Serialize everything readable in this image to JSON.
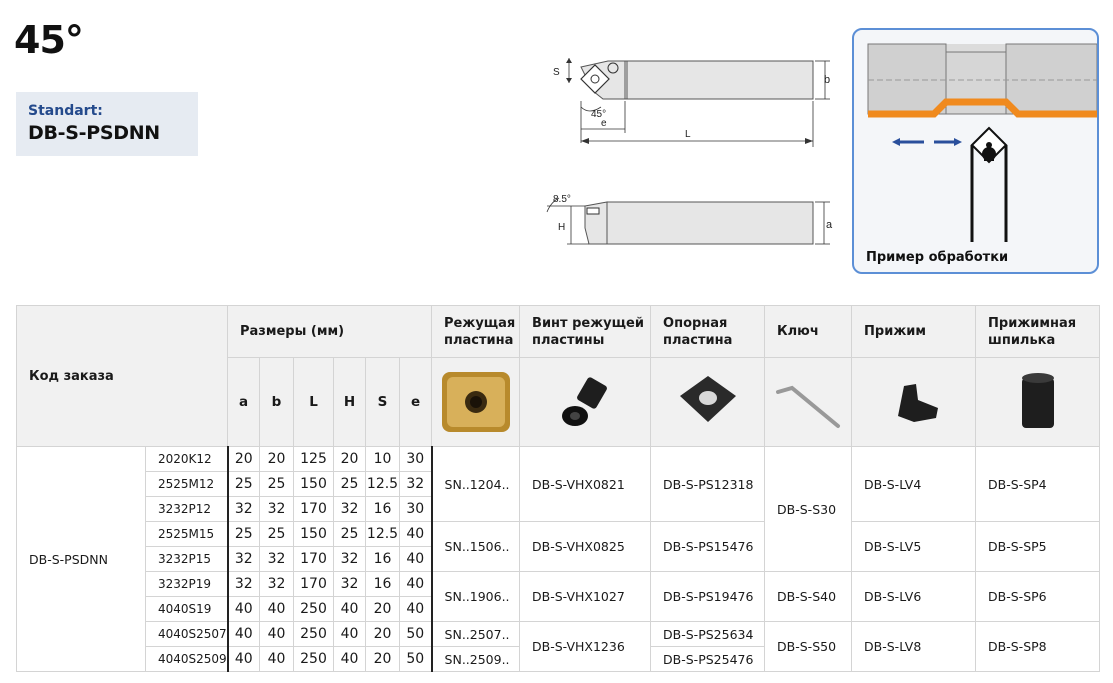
{
  "title": "45°",
  "standart": {
    "label": "Standart:",
    "code": "DB-S-PSDNN"
  },
  "drawing": {
    "dim_S": "S",
    "dim_b": "b",
    "dim_e": "e",
    "dim_L": "L",
    "dim_45": "45°",
    "dim_85": "8.5°",
    "dim_H": "H",
    "dim_a": "a"
  },
  "example": {
    "caption": "Пример обработки"
  },
  "table": {
    "order_code_header": "Код заказа",
    "dimensions_header": "Размеры (мм)",
    "dim_cols": [
      "a",
      "b",
      "L",
      "H",
      "S",
      "e"
    ],
    "insert_header": [
      "Режущая",
      "пластина"
    ],
    "screw_header": [
      "Винт режущей",
      "пластины"
    ],
    "shim_header": [
      "Опорная",
      "пластина"
    ],
    "key_header": [
      "Ключ"
    ],
    "clamp_header": [
      "Прижим"
    ],
    "pin_header": [
      "Прижимная",
      "шпилька"
    ],
    "series": "DB-S-PSDNN",
    "rows": [
      {
        "variant": "2020K12",
        "dims": [
          "20",
          "20",
          "125",
          "20",
          "10",
          "30"
        ]
      },
      {
        "variant": "2525M12",
        "dims": [
          "25",
          "25",
          "150",
          "25",
          "12.5",
          "32"
        ]
      },
      {
        "variant": "3232P12",
        "dims": [
          "32",
          "32",
          "170",
          "32",
          "16",
          "30"
        ]
      },
      {
        "variant": "2525M15",
        "dims": [
          "25",
          "25",
          "150",
          "25",
          "12.5",
          "40"
        ]
      },
      {
        "variant": "3232P15",
        "dims": [
          "32",
          "32",
          "170",
          "32",
          "16",
          "40"
        ]
      },
      {
        "variant": "3232P19",
        "dims": [
          "32",
          "32",
          "170",
          "32",
          "16",
          "40"
        ]
      },
      {
        "variant": "4040S19",
        "dims": [
          "40",
          "40",
          "250",
          "40",
          "20",
          "40"
        ]
      },
      {
        "variant": "4040S2507",
        "dims": [
          "40",
          "40",
          "250",
          "40",
          "20",
          "50"
        ]
      },
      {
        "variant": "4040S2509",
        "dims": [
          "40",
          "40",
          "250",
          "40",
          "20",
          "50"
        ]
      }
    ],
    "insert": [
      "SN..1204..",
      "SN..1506..",
      "SN..1906..",
      "SN..2507..",
      "SN..2509.."
    ],
    "screw": [
      "DB-S-VHX0821",
      "DB-S-VHX0825",
      "DB-S-VHX1027",
      "DB-S-VHX1236"
    ],
    "shim": [
      "DB-S-PS12318",
      "DB-S-PS15476",
      "DB-S-PS19476",
      "DB-S-PS25634",
      "DB-S-PS25476"
    ],
    "key": [
      "DB-S-S30",
      "DB-S-S40",
      "DB-S-S50"
    ],
    "clamp": [
      "DB-S-LV4",
      "DB-S-LV5",
      "DB-S-LV6",
      "DB-S-LV8"
    ],
    "pin": [
      "DB-S-SP4",
      "DB-S-SP5",
      "DB-S-SP6",
      "DB-S-SP8"
    ]
  }
}
